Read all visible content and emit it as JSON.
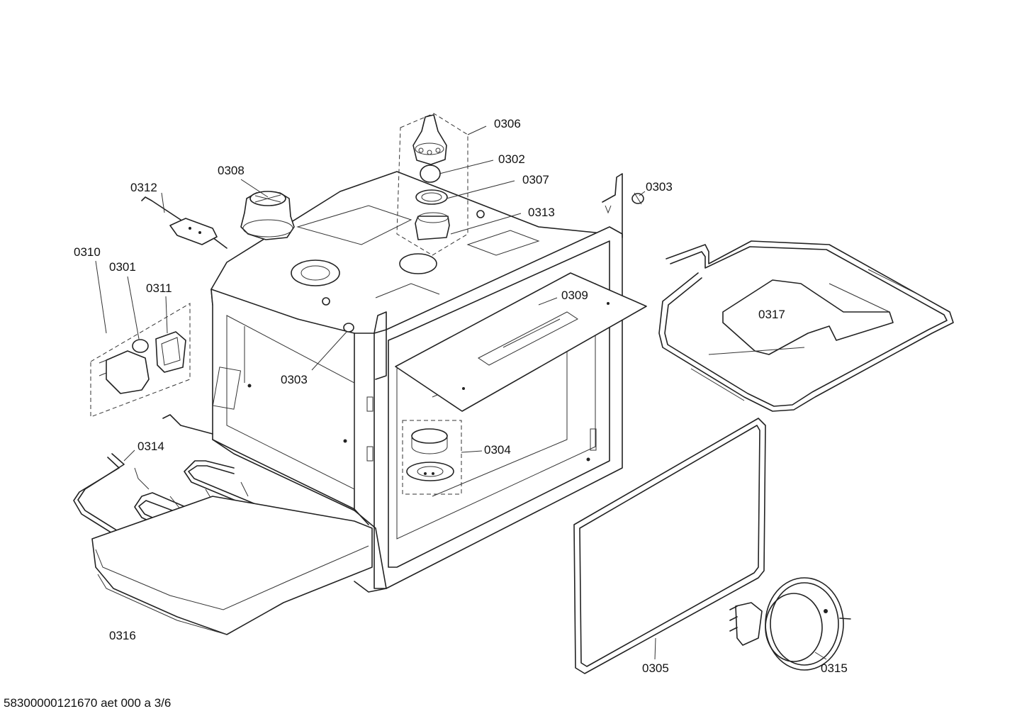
{
  "diagram": {
    "parts": [
      {
        "id": "p0306",
        "label": "0306"
      },
      {
        "id": "p0302",
        "label": "0302"
      },
      {
        "id": "p0307",
        "label": "0307"
      },
      {
        "id": "p0313",
        "label": "0313"
      },
      {
        "id": "p0308",
        "label": "0308"
      },
      {
        "id": "p0312",
        "label": "0312"
      },
      {
        "id": "p0303a",
        "label": "0303"
      },
      {
        "id": "p0310",
        "label": "0310"
      },
      {
        "id": "p0301",
        "label": "0301"
      },
      {
        "id": "p0311",
        "label": "0311"
      },
      {
        "id": "p0309",
        "label": "0309"
      },
      {
        "id": "p0317",
        "label": "0317"
      },
      {
        "id": "p0303b",
        "label": "0303"
      },
      {
        "id": "p0314",
        "label": "0314"
      },
      {
        "id": "p0304",
        "label": "0304"
      },
      {
        "id": "p0316",
        "label": "0316"
      },
      {
        "id": "p0305",
        "label": "0305"
      },
      {
        "id": "p0315",
        "label": "0315"
      }
    ],
    "footer": "58300000121670 aet 000 a 3/6"
  }
}
